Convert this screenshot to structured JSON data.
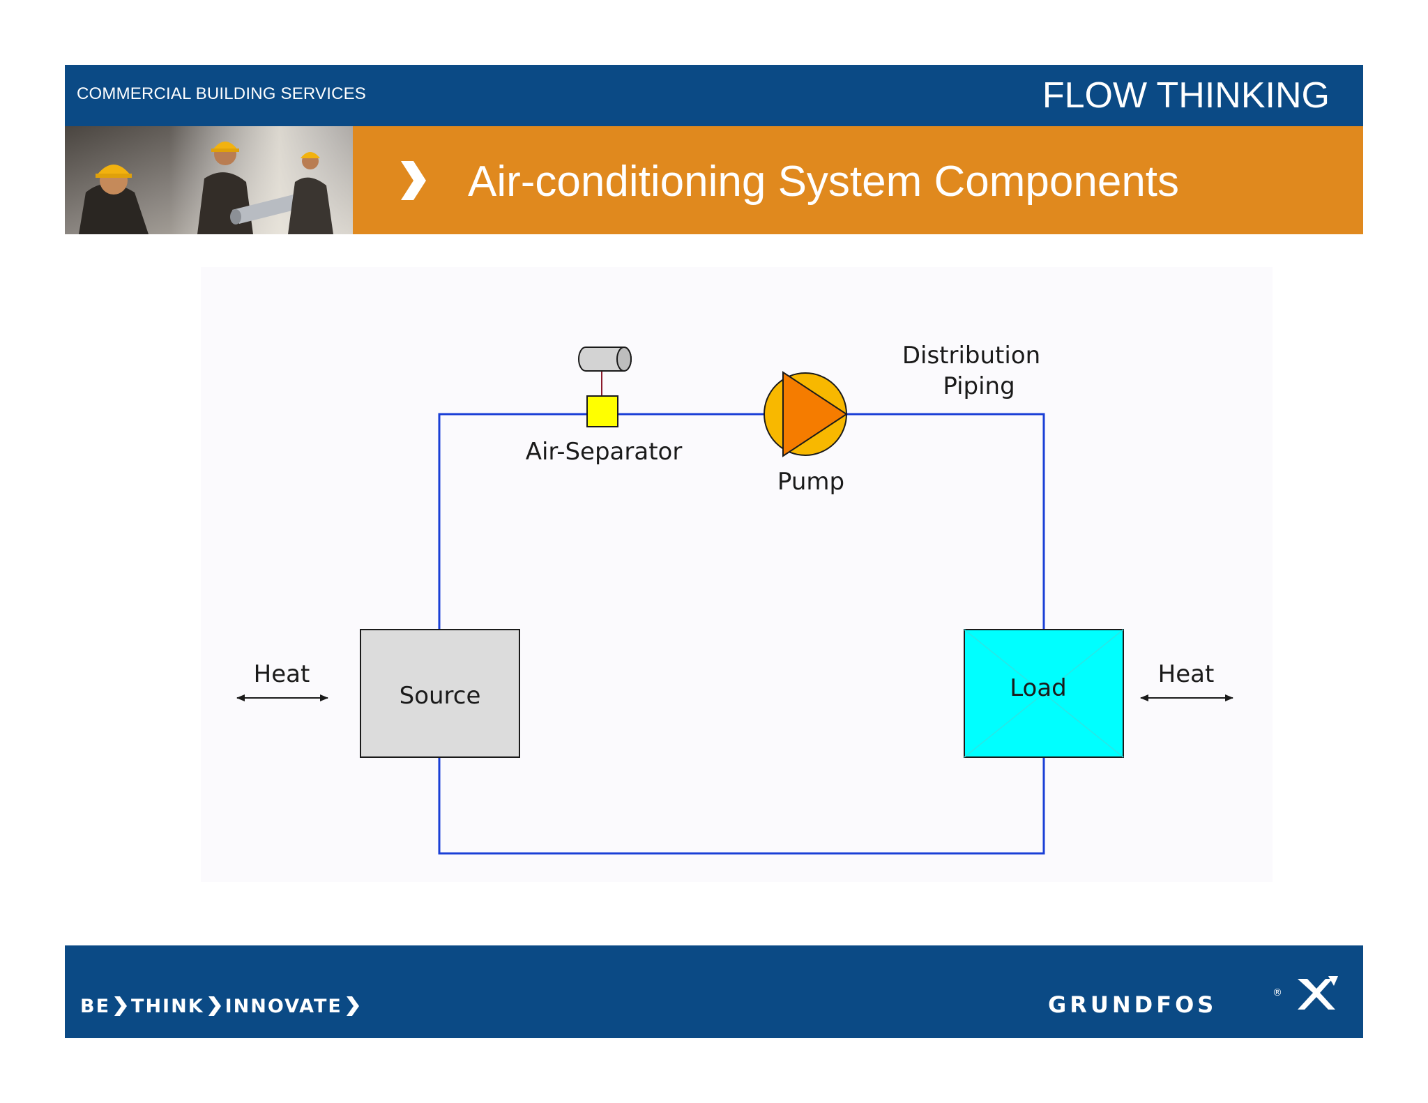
{
  "header": {
    "section_label": "COMMERCIAL BUILDING SERVICES",
    "tagline": "FLOW THINKING"
  },
  "title": {
    "text": "Air-conditioning System Components",
    "photo": "workers-with-hard-hats-photo"
  },
  "diagram": {
    "components": {
      "air_separator": "Air-Separator",
      "pump": "Pump",
      "distribution_line1": "Distribution",
      "distribution_line2": "Piping",
      "source": "Source",
      "load": "Load",
      "heat_left": "Heat",
      "heat_right": "Heat"
    },
    "colors": {
      "pipe": "#1a3fd6",
      "source_fill": "#dcdcdc",
      "load_fill": "#00ffff",
      "pump_fill": "#f8b800",
      "pump_triangle": "#f57c00",
      "separator_fill": "#ffff00",
      "tank_fill": "#d3d3d3"
    }
  },
  "footer": {
    "slogan_words": [
      "BE",
      "THINK",
      "INNOVATE"
    ],
    "brand": "GRUNDFOS",
    "registered_mark": "®"
  },
  "colors": {
    "brand_blue": "#0b4a85",
    "title_orange": "#e0891e"
  }
}
